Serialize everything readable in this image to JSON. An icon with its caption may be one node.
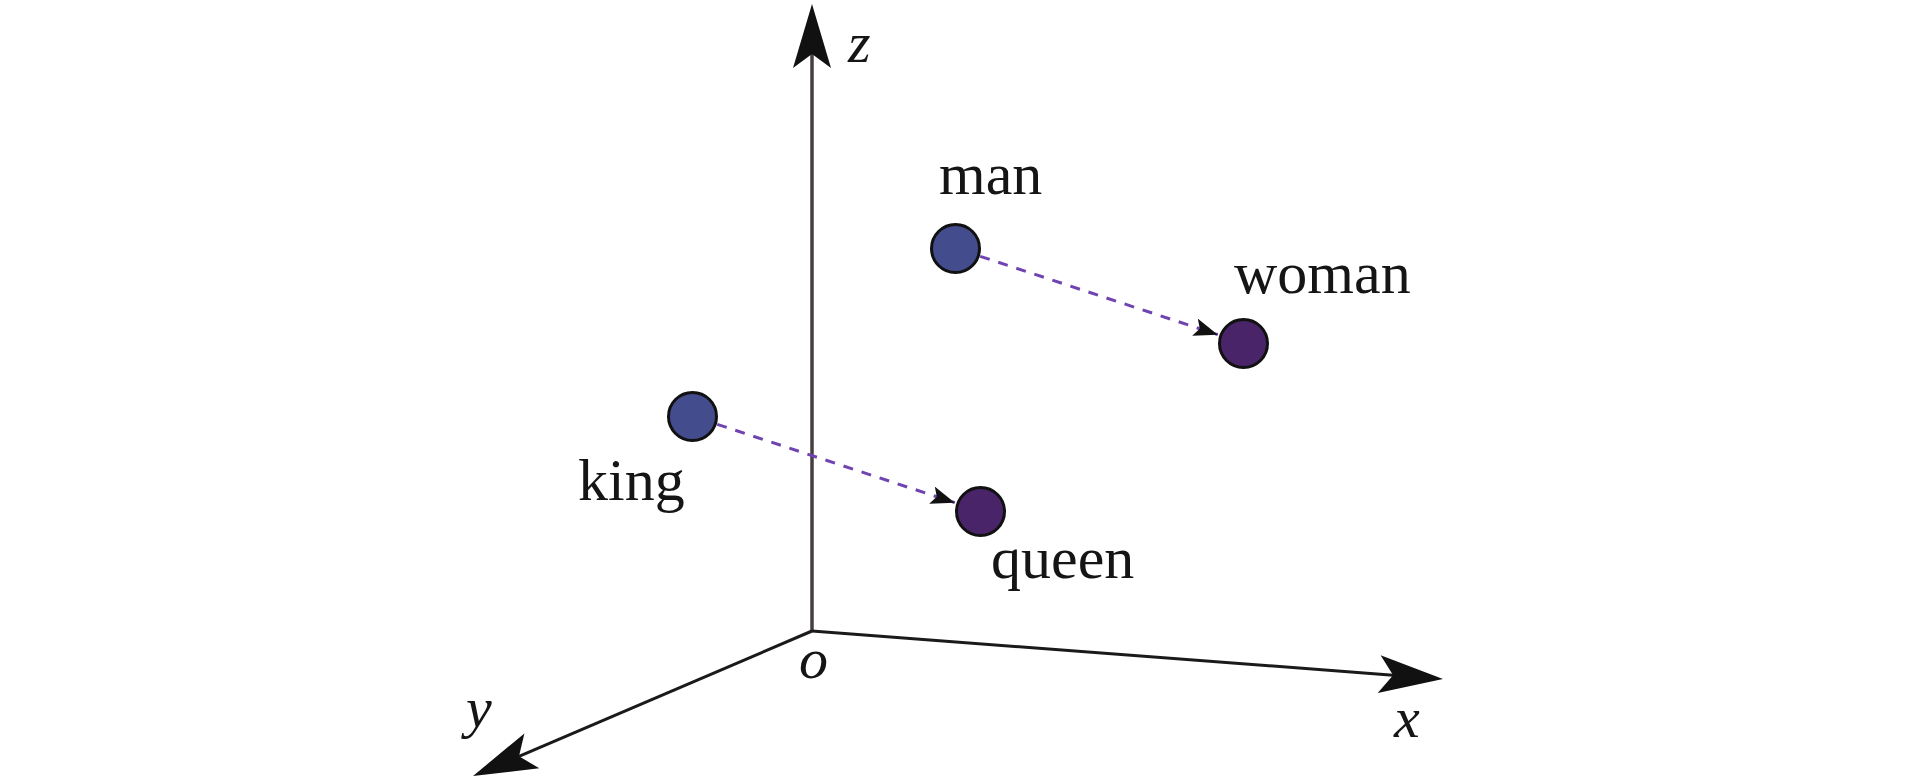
{
  "diagram": {
    "nodes": [
      {
        "text": [],
        "shape": "circle",
        "beside": [
          "man"
        ]
      },
      {
        "text": [],
        "shape": "circle",
        "beside": [
          "woman"
        ]
      },
      {
        "text": [],
        "shape": "circle",
        "beside": [
          "king"
        ]
      },
      {
        "text": [],
        "shape": "circle",
        "beside": [
          "queen"
        ]
      }
    ],
    "edges": [
      {
        "from": 0,
        "to": 1,
        "arrow": "to",
        "style": "dashed"
      },
      {
        "from": 2,
        "to": 3,
        "arrow": "to",
        "style": "dashed"
      }
    ],
    "labels": [
      "z",
      "o",
      "y",
      "x"
    ]
  }
}
